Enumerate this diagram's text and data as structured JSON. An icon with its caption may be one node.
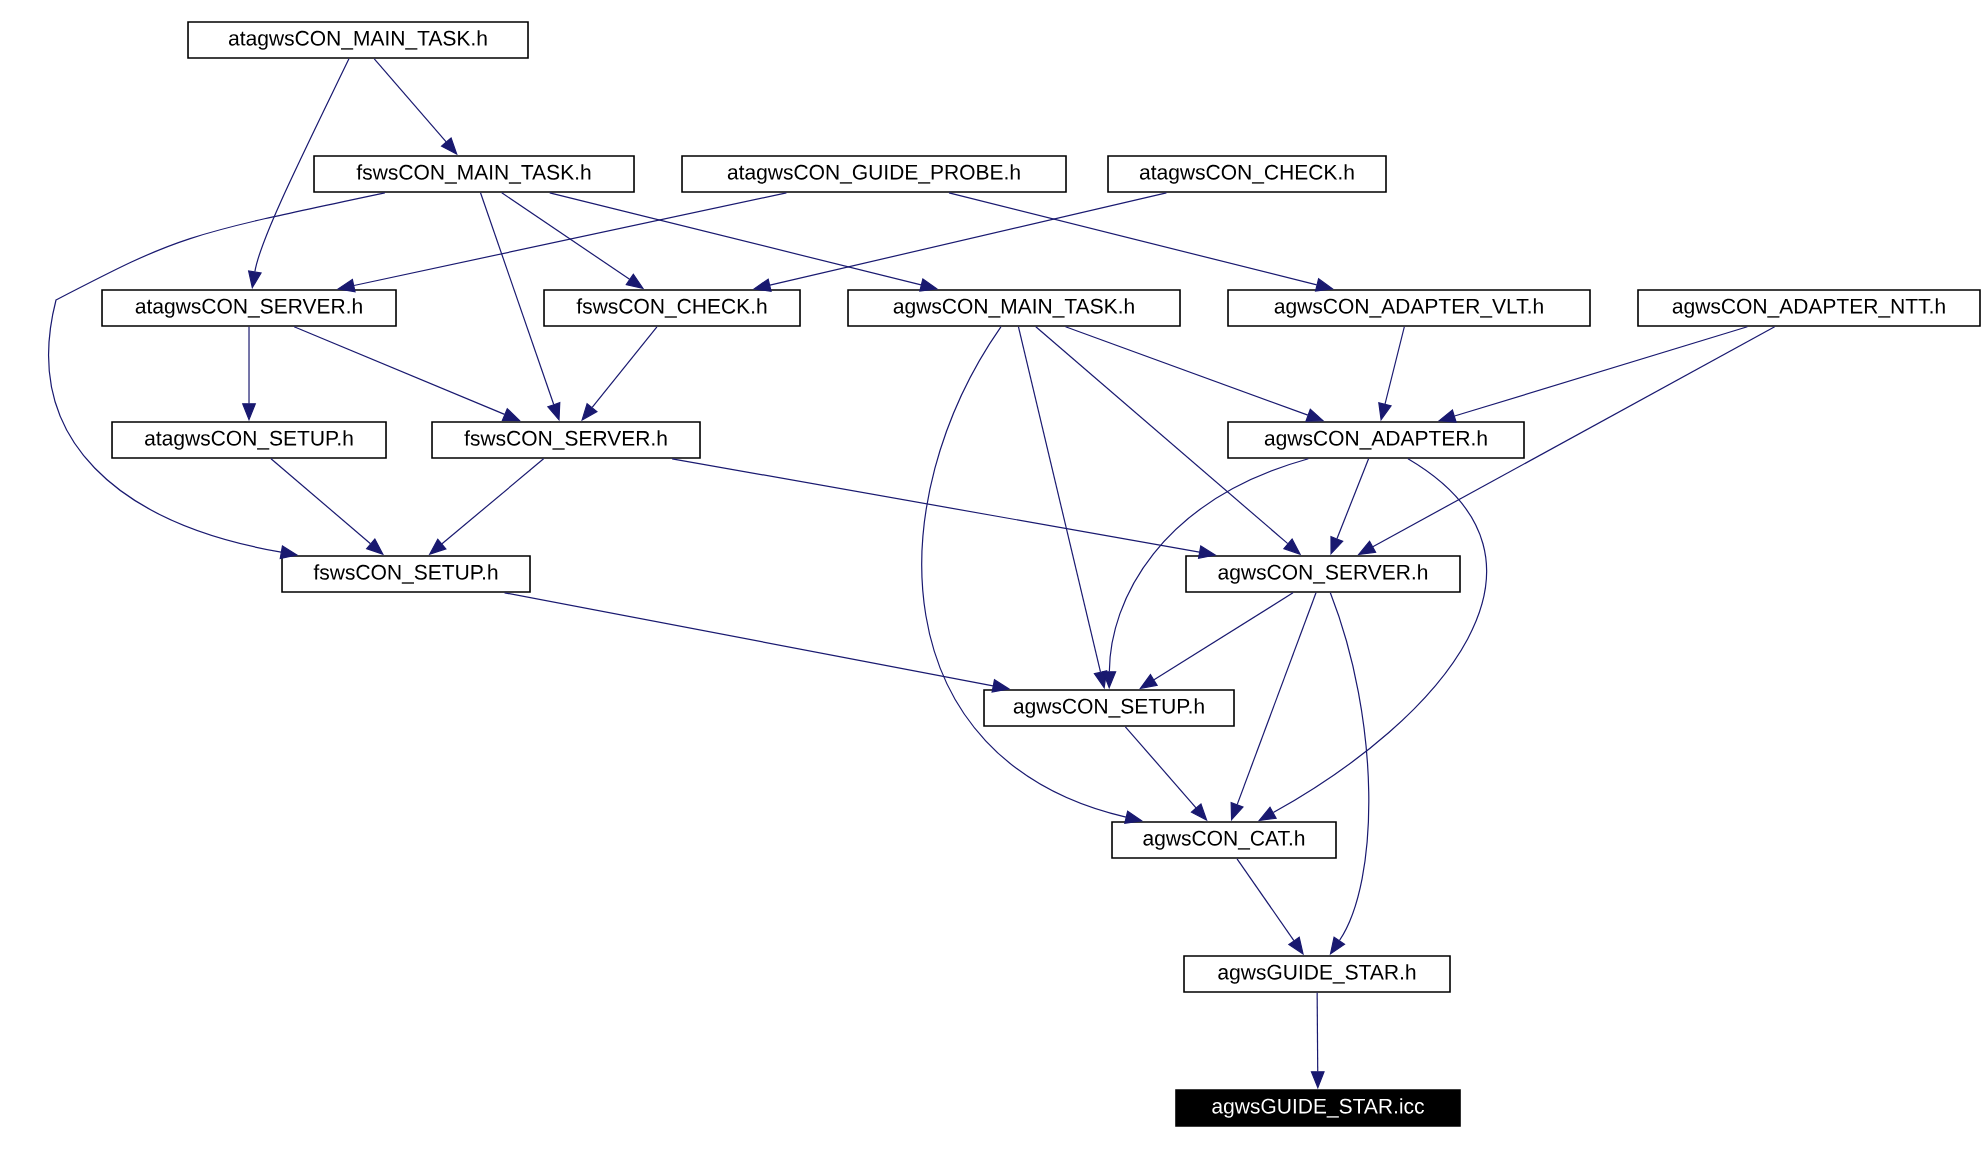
{
  "diagram": {
    "nodes": [
      {
        "text": [
          "atagwsCON_MAIN_TASK.h"
        ]
      },
      {
        "text": [
          "fswsCON_MAIN_TASK.h"
        ]
      },
      {
        "text": [
          "atagwsCON_GUIDE_PROBE.h"
        ]
      },
      {
        "text": [
          "atagwsCON_CHECK.h"
        ]
      },
      {
        "text": [
          "atagwsCON_SERVER.h"
        ]
      },
      {
        "text": [
          "fswsCON_CHECK.h"
        ]
      },
      {
        "text": [
          "agwsCON_MAIN_TASK.h"
        ]
      },
      {
        "text": [
          "agwsCON_ADAPTER_VLT.h"
        ]
      },
      {
        "text": [
          "agwsCON_ADAPTER_NTT.h"
        ]
      },
      {
        "text": [
          "atagwsCON_SETUP.h"
        ]
      },
      {
        "text": [
          "fswsCON_SERVER.h"
        ]
      },
      {
        "text": [
          "agwsCON_ADAPTER.h"
        ]
      },
      {
        "text": [
          "fswsCON_SETUP.h"
        ]
      },
      {
        "text": [
          "agwsCON_SERVER.h"
        ]
      },
      {
        "text": [
          "agwsCON_SETUP.h"
        ]
      },
      {
        "text": [
          "agwsCON_CAT.h"
        ]
      },
      {
        "text": [
          "agwsGUIDE_STAR.h"
        ]
      },
      {
        "text": [
          "agwsGUIDE_STAR.icc"
        ]
      }
    ],
    "edges": [
      {
        "from": 0,
        "to": 1,
        "arrow": "to"
      },
      {
        "from": 0,
        "to": 4,
        "arrow": "to"
      },
      {
        "from": 1,
        "to": 12,
        "arrow": "to"
      },
      {
        "from": 1,
        "to": 10,
        "arrow": "to"
      },
      {
        "from": 1,
        "to": 5,
        "arrow": "to"
      },
      {
        "from": 1,
        "to": 6,
        "arrow": "to"
      },
      {
        "from": 2,
        "to": 4,
        "arrow": "to"
      },
      {
        "from": 2,
        "to": 7,
        "arrow": "to"
      },
      {
        "from": 3,
        "to": 5,
        "arrow": "to"
      },
      {
        "from": 4,
        "to": 9,
        "arrow": "to"
      },
      {
        "from": 4,
        "to": 10,
        "arrow": "to"
      },
      {
        "from": 5,
        "to": 10,
        "arrow": "to"
      },
      {
        "from": 6,
        "to": 14,
        "arrow": "to"
      },
      {
        "from": 6,
        "to": 15,
        "arrow": "to"
      },
      {
        "from": 6,
        "to": 13,
        "arrow": "to"
      },
      {
        "from": 6,
        "to": 11,
        "arrow": "to"
      },
      {
        "from": 7,
        "to": 11,
        "arrow": "to"
      },
      {
        "from": 8,
        "to": 11,
        "arrow": "to"
      },
      {
        "from": 8,
        "to": 13,
        "arrow": "to"
      },
      {
        "from": 9,
        "to": 12,
        "arrow": "to"
      },
      {
        "from": 10,
        "to": 12,
        "arrow": "to"
      },
      {
        "from": 10,
        "to": 13,
        "arrow": "to"
      },
      {
        "from": 11,
        "to": 14,
        "arrow": "to"
      },
      {
        "from": 11,
        "to": 13,
        "arrow": "to"
      },
      {
        "from": 11,
        "to": 15,
        "arrow": "to"
      },
      {
        "from": 12,
        "to": 14,
        "arrow": "to"
      },
      {
        "from": 13,
        "to": 14,
        "arrow": "to"
      },
      {
        "from": 13,
        "to": 15,
        "arrow": "to"
      },
      {
        "from": 13,
        "to": 16,
        "arrow": "to"
      },
      {
        "from": 14,
        "to": 15,
        "arrow": "to"
      },
      {
        "from": 15,
        "to": 16,
        "arrow": "to"
      },
      {
        "from": 16,
        "to": 17,
        "arrow": "to"
      }
    ]
  }
}
